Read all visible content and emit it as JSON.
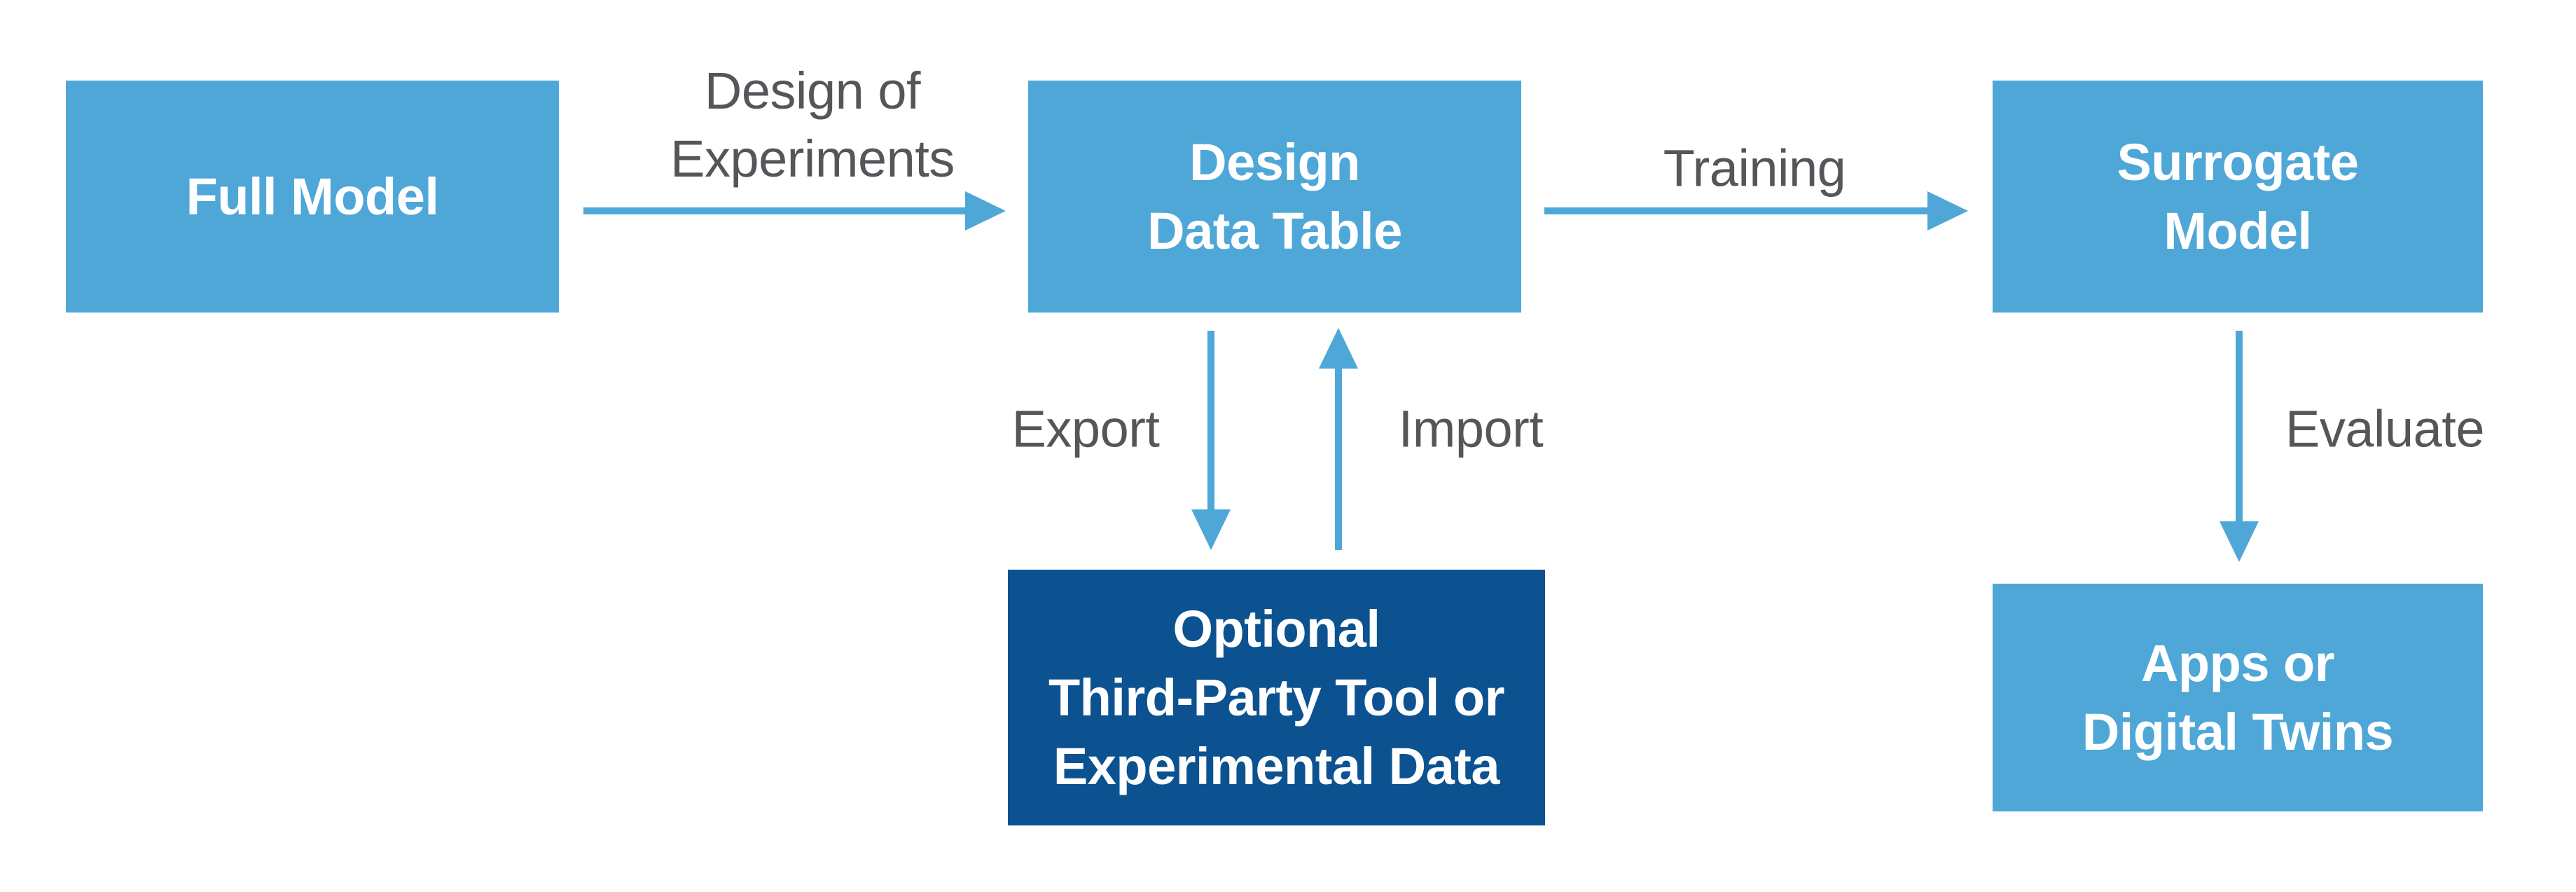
{
  "colors": {
    "light_blue": "#4FA7D8",
    "dark_blue": "#0C5291",
    "label_gray": "#55565A",
    "box_text": "#FFFFFF",
    "background": "#FFFFFF"
  },
  "nodes": [
    {
      "id": "full-model",
      "label": "Full Model",
      "style": "light"
    },
    {
      "id": "design-data-table",
      "label": "Design\nData Table",
      "style": "light"
    },
    {
      "id": "surrogate-model",
      "label": "Surrogate\nModel",
      "style": "light"
    },
    {
      "id": "optional-third-party",
      "label": "Optional\nThird-Party Tool or\nExperimental Data",
      "style": "dark"
    },
    {
      "id": "apps-digital-twins",
      "label": "Apps or\nDigital Twins",
      "style": "light"
    }
  ],
  "edges": [
    {
      "id": "design-of-experiments",
      "label": "Design of\nExperiments",
      "from": "full-model",
      "to": "design-data-table",
      "direction": "right"
    },
    {
      "id": "training",
      "label": "Training",
      "from": "design-data-table",
      "to": "surrogate-model",
      "direction": "right"
    },
    {
      "id": "export",
      "label": "Export",
      "from": "design-data-table",
      "to": "optional-third-party",
      "direction": "down"
    },
    {
      "id": "import",
      "label": "Import",
      "from": "optional-third-party",
      "to": "design-data-table",
      "direction": "up"
    },
    {
      "id": "evaluate",
      "label": "Evaluate",
      "from": "surrogate-model",
      "to": "apps-digital-twins",
      "direction": "down"
    }
  ]
}
